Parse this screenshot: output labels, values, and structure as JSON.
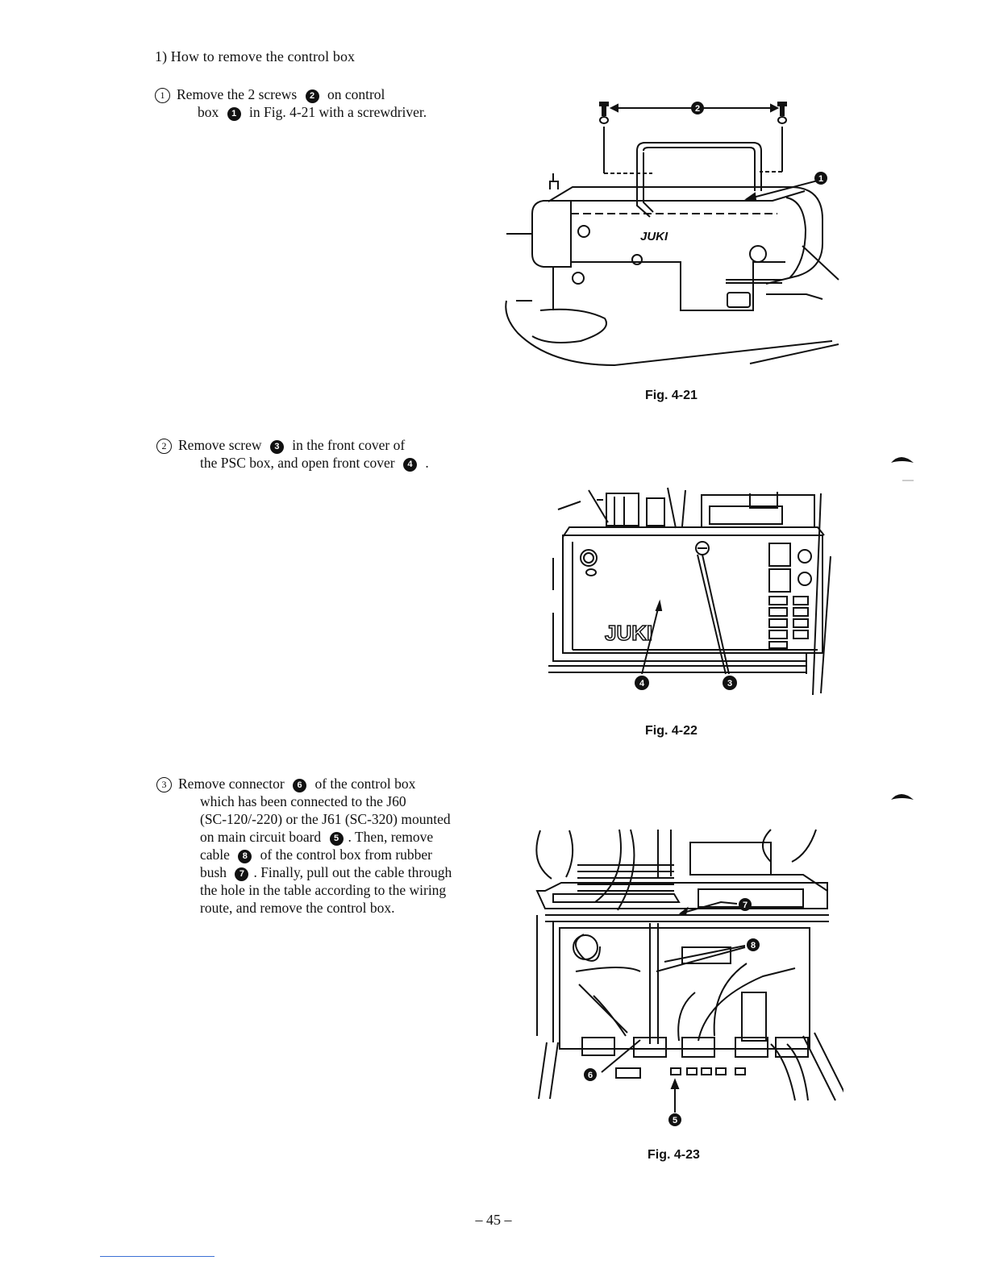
{
  "heading": "1) How to remove the control box",
  "steps": [
    {
      "num": "1",
      "lines": [
        [
          "Remove the 2 screws ",
          "2",
          " on control"
        ],
        [
          "box ",
          "1",
          " in Fig. 4-21 with a screwdriver."
        ]
      ]
    },
    {
      "num": "2",
      "lines": [
        [
          "Remove screw ",
          "3",
          " in the front cover of"
        ],
        [
          "the PSC box, and open front cover ",
          "4",
          " ."
        ]
      ]
    },
    {
      "num": "3",
      "lines": [
        [
          "Remove connector ",
          "6",
          " of the control box"
        ],
        [
          "which has been connected to the J60"
        ],
        [
          "(SC-120/-220) or the J61 (SC-320) mounted"
        ],
        [
          "on main circuit board ",
          "5",
          ". Then, remove"
        ],
        [
          "cable ",
          "8",
          " of the control box from rubber"
        ],
        [
          "bush ",
          "7",
          ". Finally, pull out the cable through"
        ],
        [
          "the hole in the table according to the wiring"
        ],
        [
          "route, and remove the control box."
        ]
      ]
    }
  ],
  "figures": [
    {
      "caption": "Fig. 4-21",
      "brand": "JUKI",
      "callouts": [
        "2",
        "1"
      ]
    },
    {
      "caption": "Fig. 4-22",
      "brand": "JUKI",
      "callouts": [
        "4",
        "3"
      ]
    },
    {
      "caption": "Fig. 4-23",
      "callouts": [
        "7",
        "8",
        "6",
        "5"
      ]
    }
  ],
  "page_number": "– 45 –"
}
